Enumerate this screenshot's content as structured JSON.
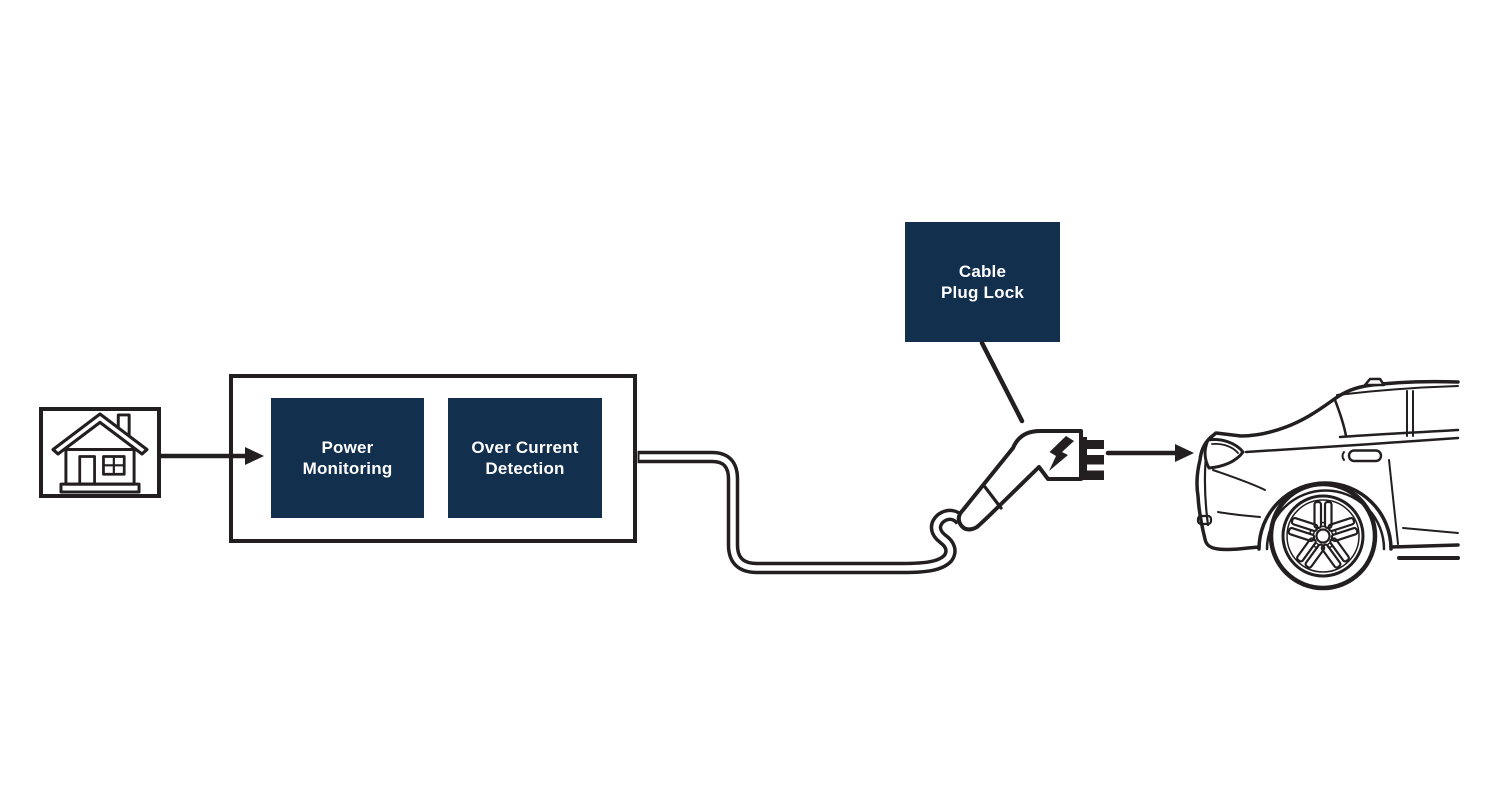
{
  "colors": {
    "navy": "#12304D",
    "line": "#231F20",
    "white": "#FFFFFF",
    "background": "#FFFFFF"
  },
  "boxes": {
    "power_monitoring": {
      "line1": "Power",
      "line2": "Monitoring"
    },
    "over_current_detection": {
      "line1": "Over Current",
      "line2": "Detection"
    },
    "cable_plug_lock": {
      "line1": "Cable",
      "line2": "Plug Lock"
    }
  },
  "icons": [
    {
      "name": "house-icon"
    },
    {
      "name": "ev-plug-icon"
    },
    {
      "name": "lightning-bolt-icon"
    },
    {
      "name": "car-icon"
    },
    {
      "name": "arrow-right-icon"
    }
  ]
}
